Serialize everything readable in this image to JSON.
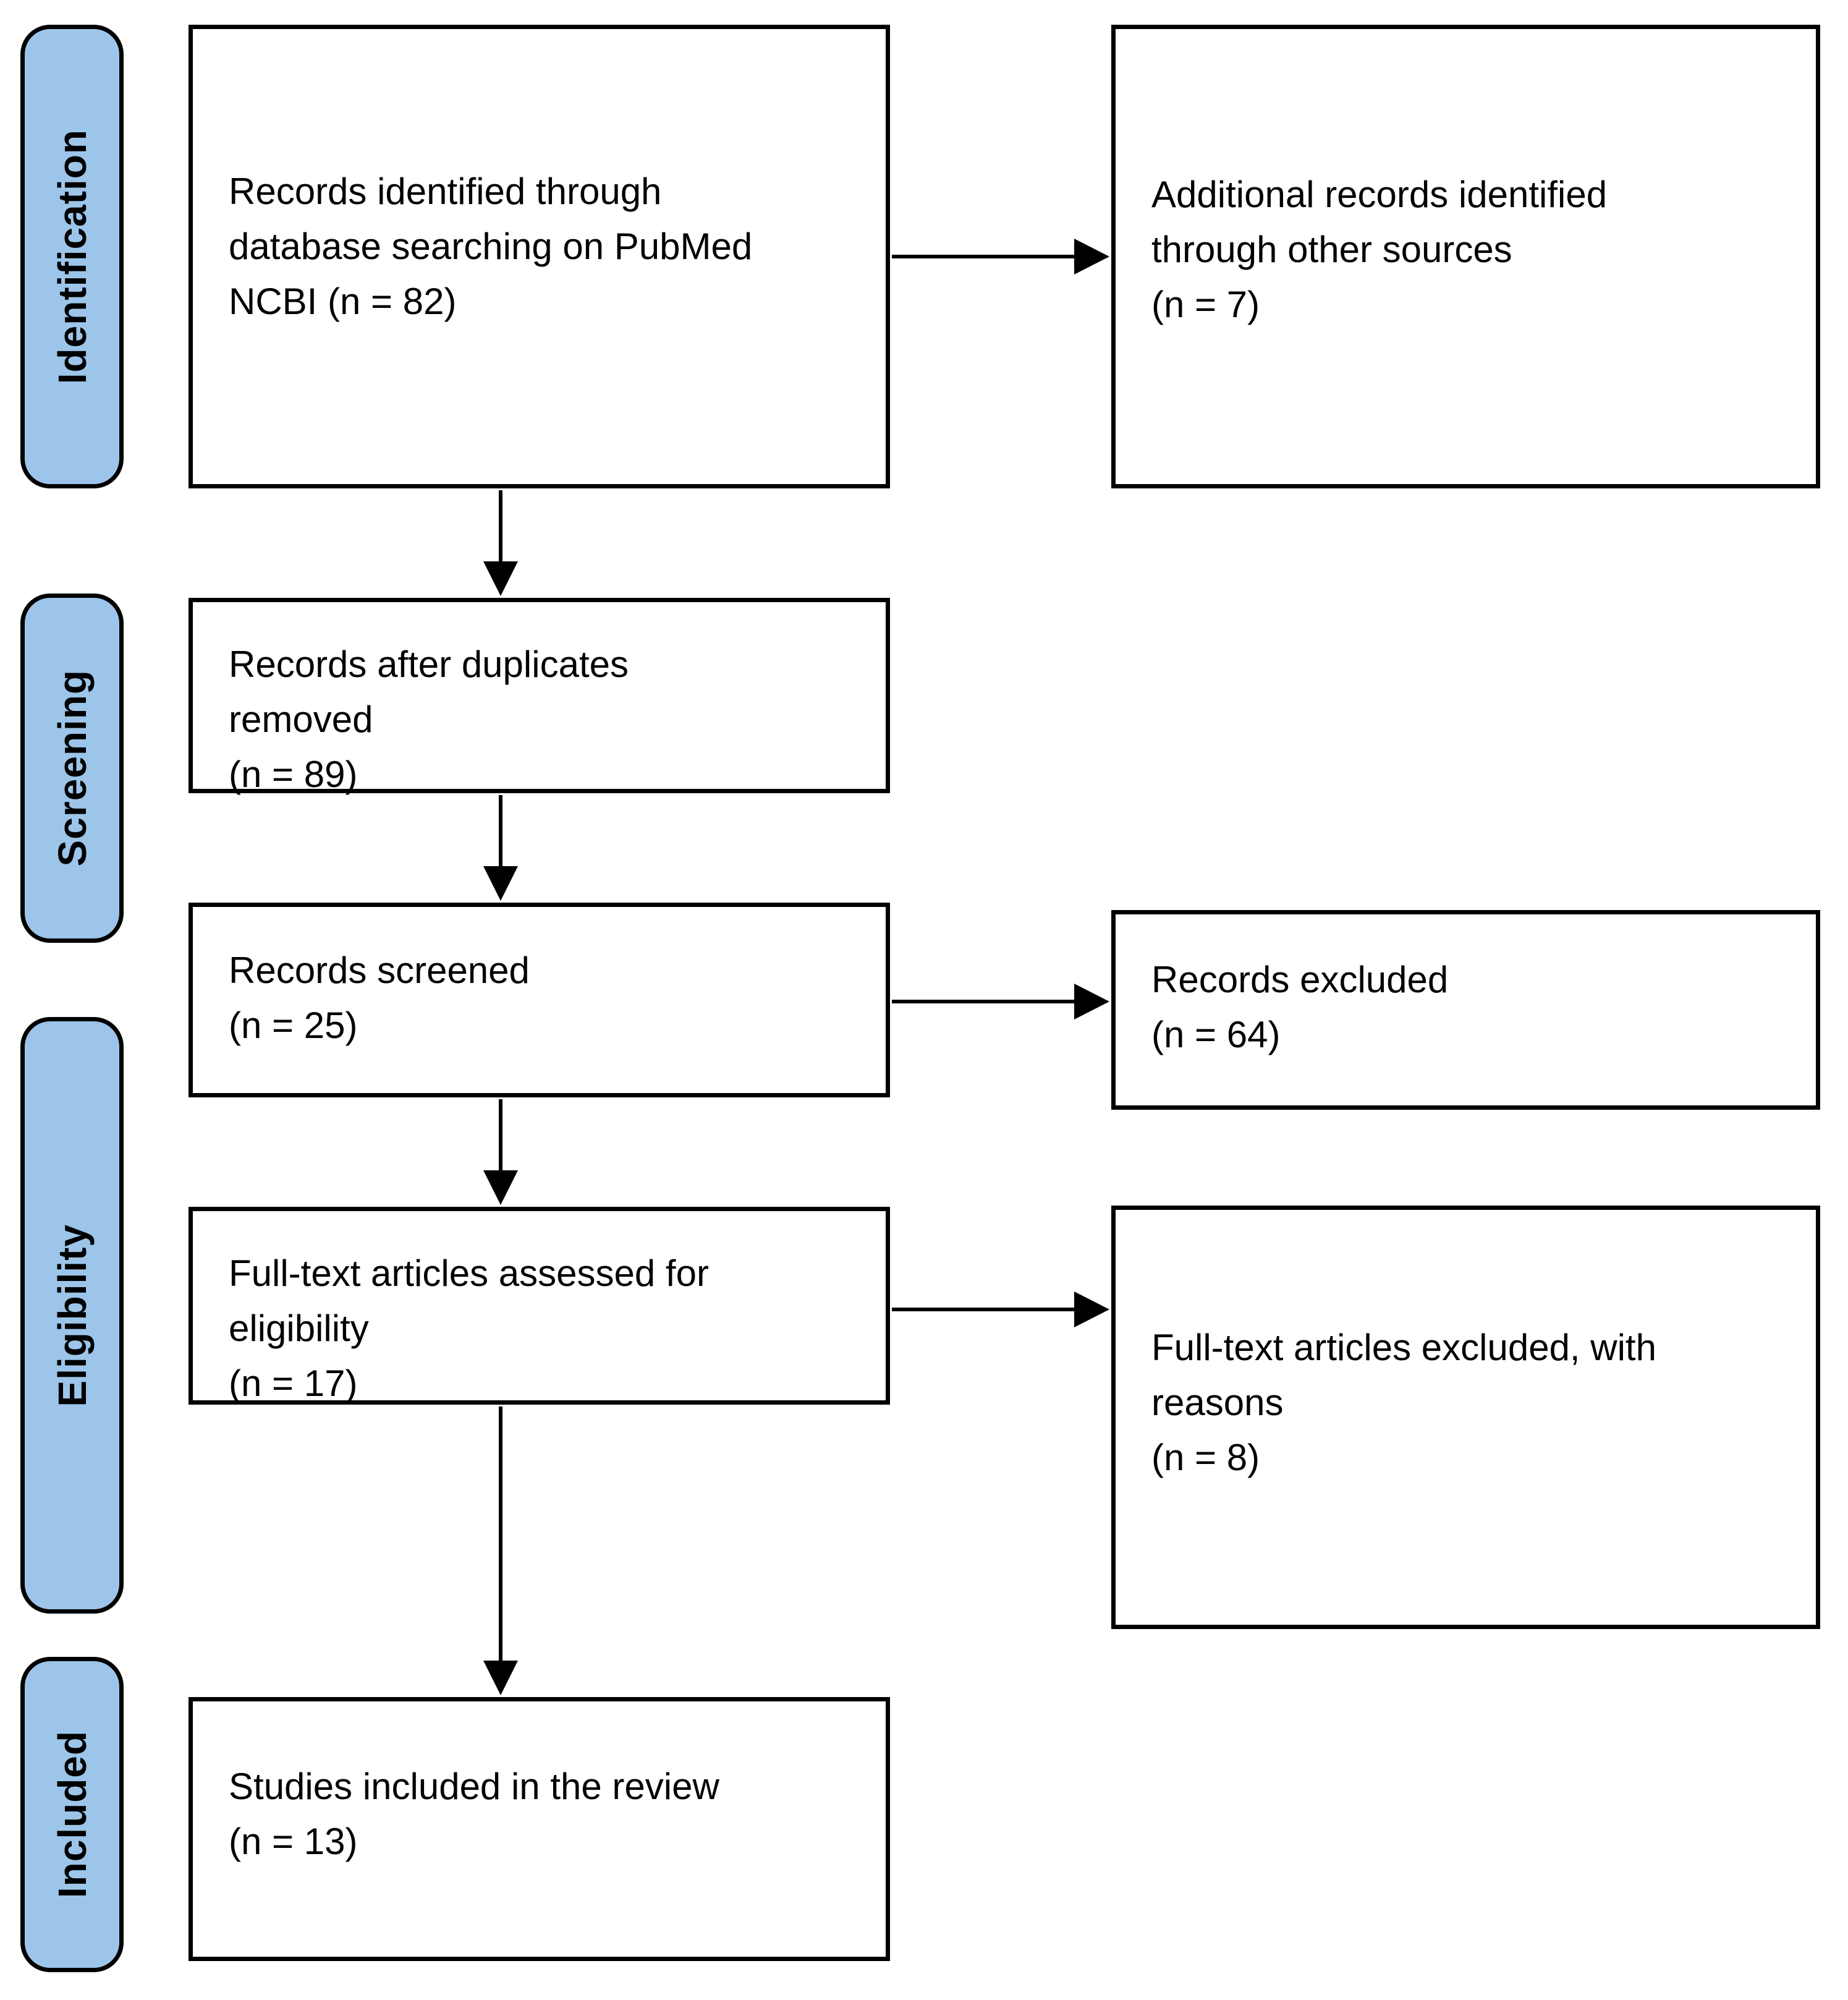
{
  "diagram_type": "PRISMA flow diagram",
  "colors": {
    "stage_fill": "#9CC5E9",
    "box_fill": "#FFFFFF",
    "line_and_border": "#000000",
    "text": "#000000",
    "background": "#FFFFFF"
  },
  "stages": [
    {
      "label": "Identification"
    },
    {
      "label": "Screening"
    },
    {
      "label": "Eligibility"
    },
    {
      "label": "Included"
    }
  ],
  "boxes": [
    {
      "id": "records-identified",
      "text": "Records identified through\ndatabase searching on PubMed\nNCBI (n = 82)",
      "n": 82
    },
    {
      "id": "additional-records",
      "text": "Additional records identified\nthrough other sources\n(n = 7)",
      "n": 7
    },
    {
      "id": "records-after-duplicates",
      "text": "Records after duplicates\nremoved\n(n = 89)",
      "n": 89
    },
    {
      "id": "records-screened",
      "text": "Records screened\n(n = 25)",
      "n": 25
    },
    {
      "id": "records-excluded",
      "text": "Records excluded\n(n = 64)",
      "n": 64
    },
    {
      "id": "fulltext-assessed",
      "text": "Full-text articles assessed for\neligibility\n(n = 17)",
      "n": 17
    },
    {
      "id": "fulltext-excluded",
      "text": "Full-text articles excluded, with\nreasons\n(n = 8)",
      "n": 8
    },
    {
      "id": "studies-included",
      "text": "Studies included in the review\n(n = 13)",
      "n": 13
    }
  ]
}
